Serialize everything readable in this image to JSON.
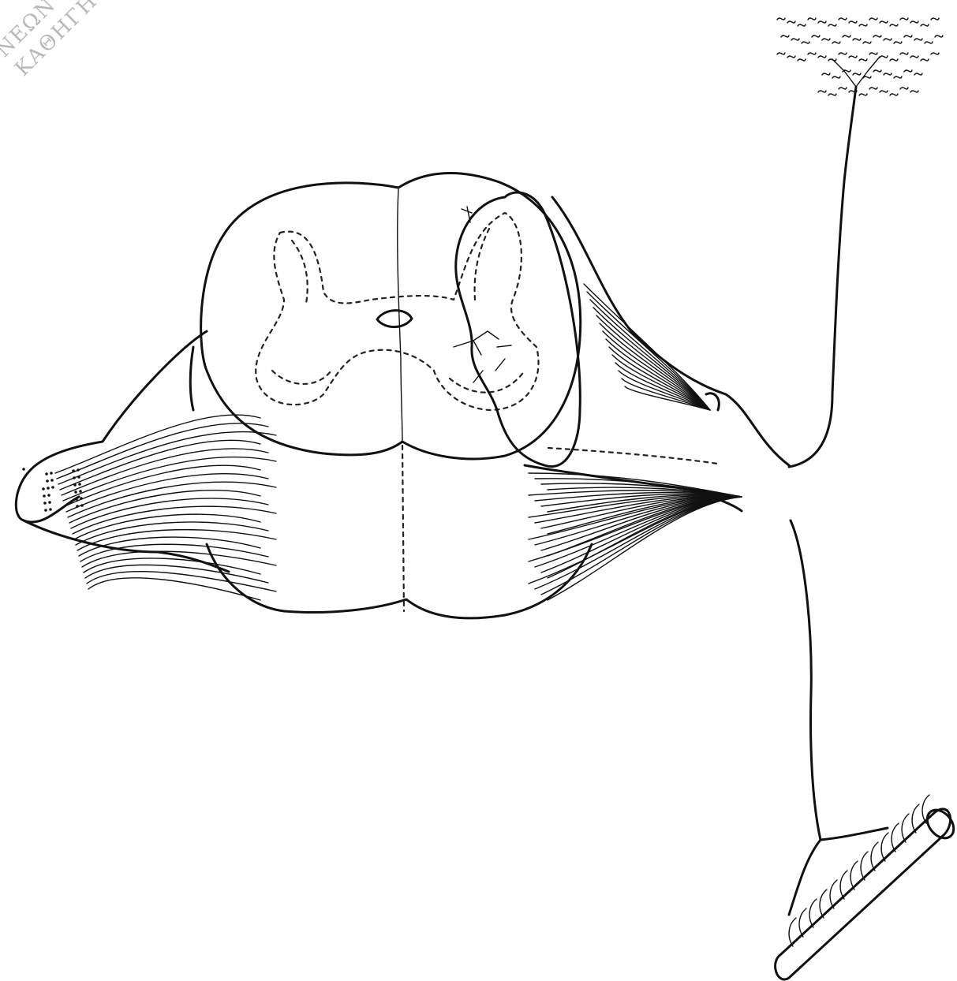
{
  "watermark": {
    "lines": [
      "ΝΕΩΝ ΝΕΟΕ",
      "ΚΑΘΗΓΗΤΗΣ ΚΩ"
    ]
  },
  "figure": {
    "parts": [
      "spinal-cord-cross-section",
      "grey-matter",
      "central-canal",
      "dorsal-root-ganglion",
      "ventral-root",
      "sensory-nerve-fiber",
      "skin-receptor-ending",
      "motor-nerve-fiber",
      "muscle-fiber",
      "left-spinal-ganglion"
    ]
  }
}
